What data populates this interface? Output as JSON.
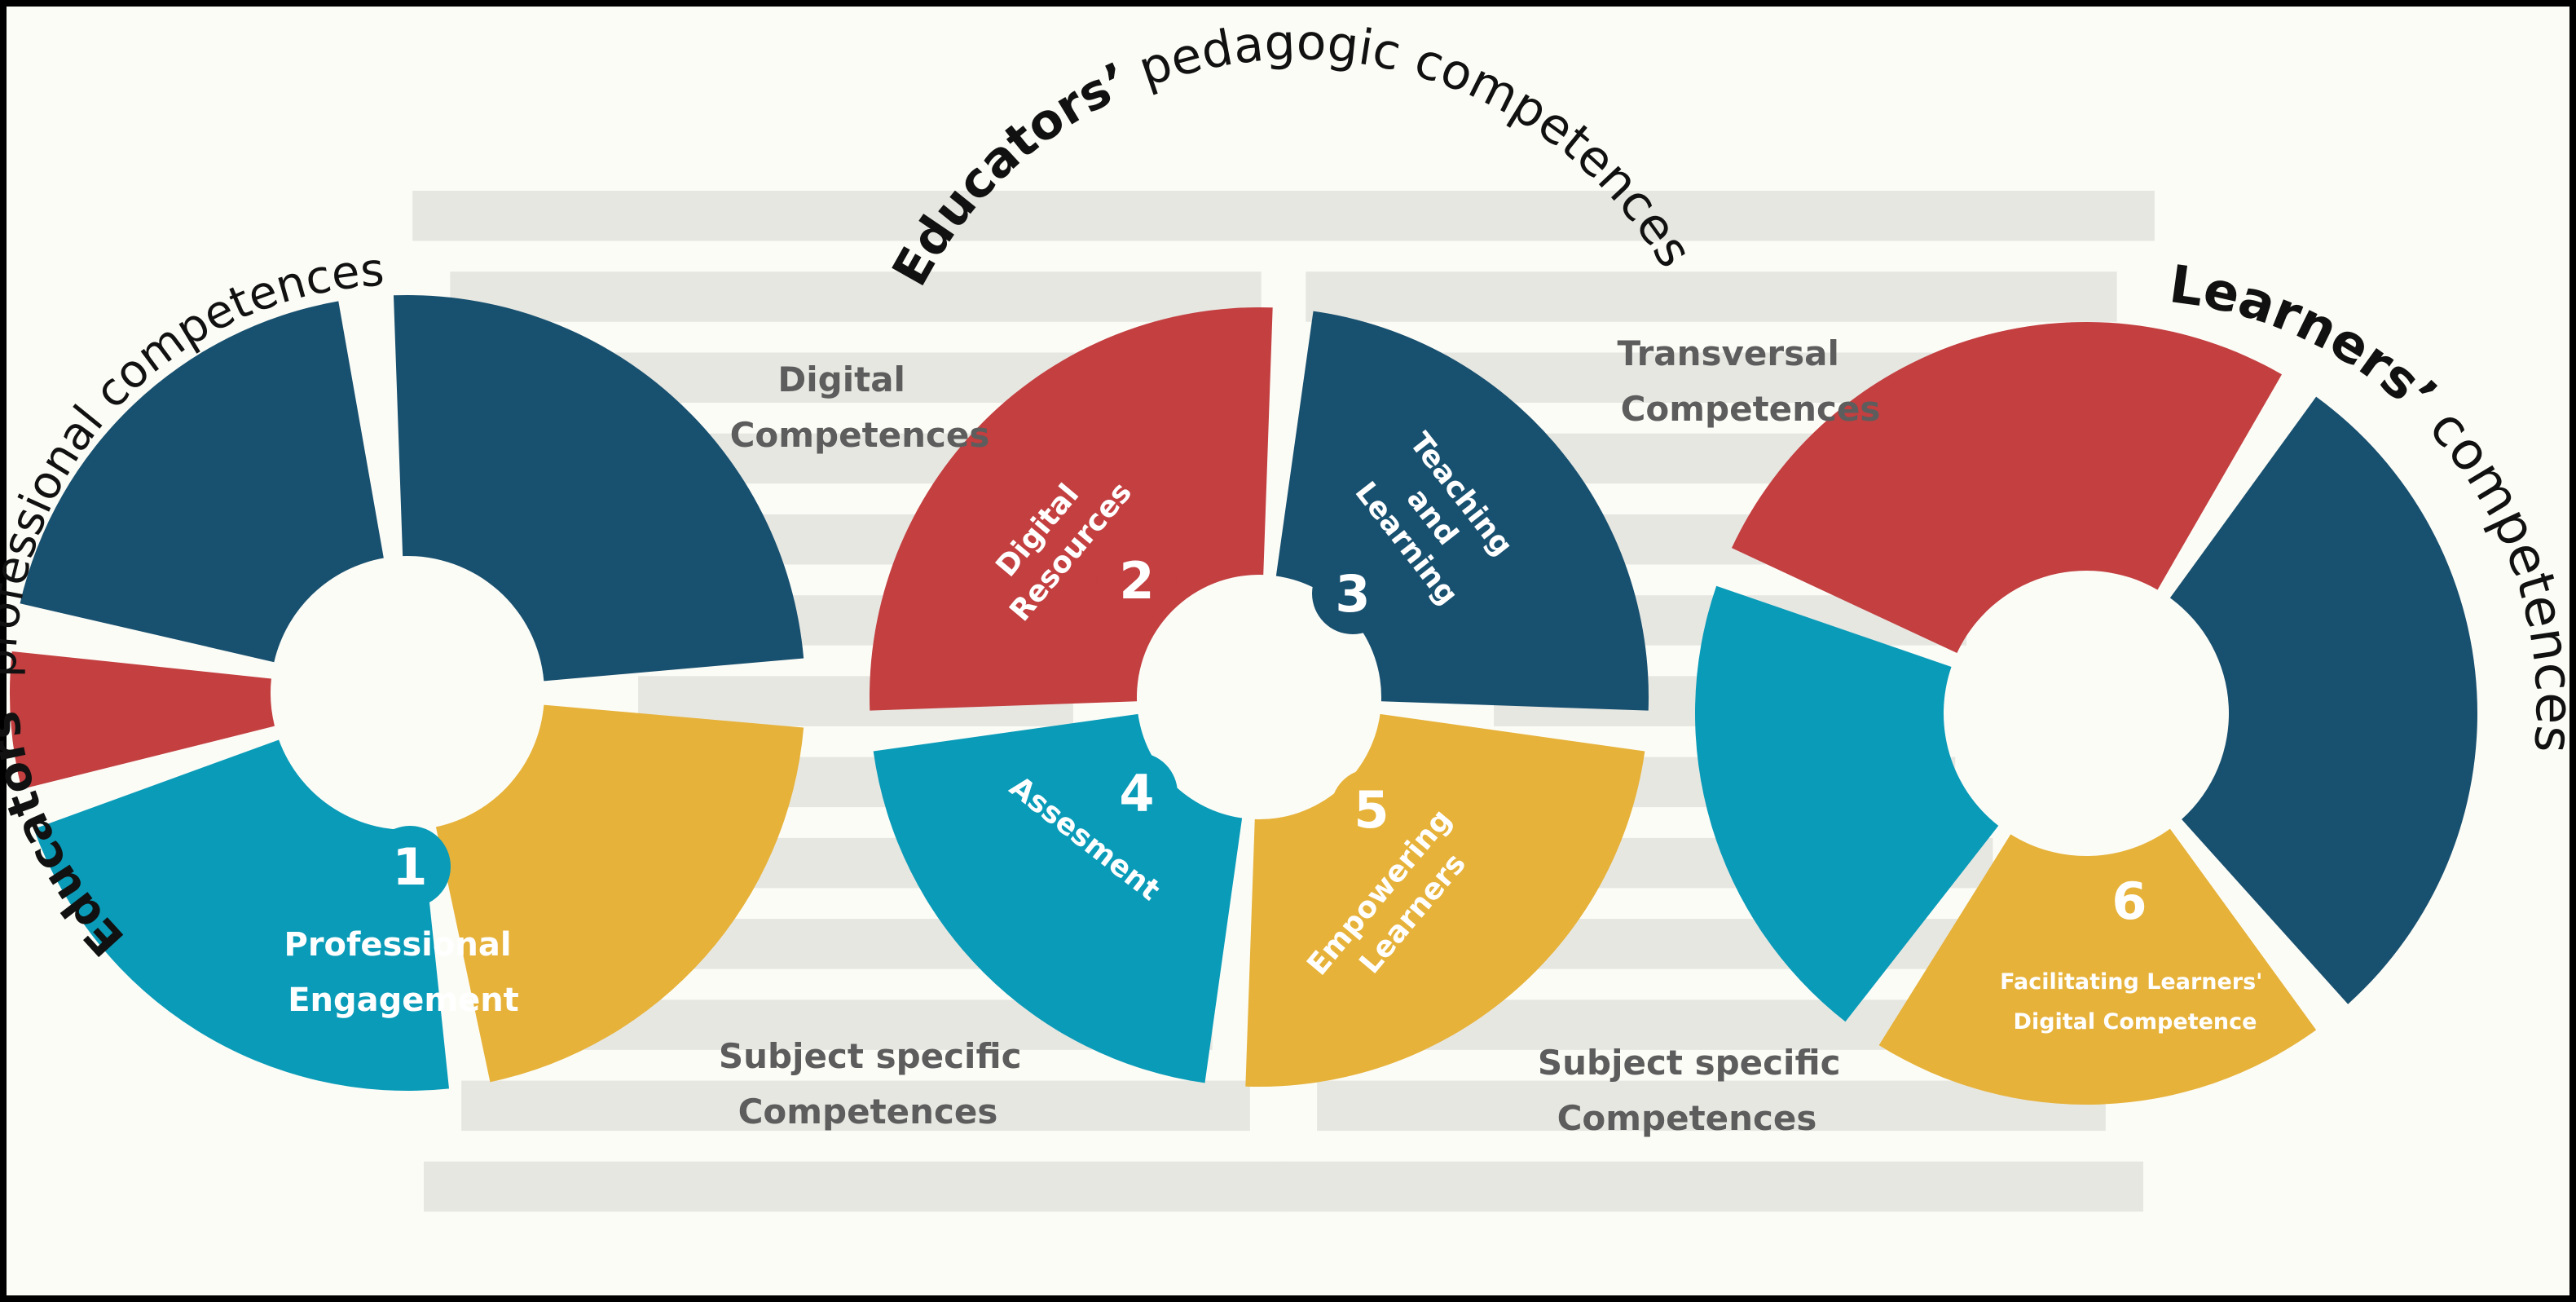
{
  "colors": {
    "red": "#c33f40",
    "navy": "#18506f",
    "gold": "#e6b23a",
    "teal": "#0a9bb8",
    "background": "#fcfcf7",
    "band": "#e7e7e2",
    "gray_text": "#5d5d5d"
  },
  "titles": {
    "professional": {
      "first": "Educators’",
      "rest": " professional competences"
    },
    "pedagogic": {
      "first": "Educators’",
      "rest": " pedagogic competences"
    },
    "learners": {
      "first": "Learners’",
      "rest": " competences"
    }
  },
  "gray_labels": {
    "digital": [
      "Digital",
      "Competences"
    ],
    "subject_left": [
      "Subject specific",
      "Competences"
    ],
    "transversal": [
      "Transversal",
      "Competences"
    ],
    "subject_right": [
      "Subject specific",
      "Competences"
    ]
  },
  "areas": [
    {
      "number": "1",
      "label_lines": [
        "Professional",
        "Engagement"
      ]
    },
    {
      "number": "2",
      "label_lines": [
        "Digital",
        "Resources"
      ]
    },
    {
      "number": "3",
      "label_lines": [
        "Teaching",
        "and",
        "Learning"
      ]
    },
    {
      "number": "4",
      "label_lines": [
        "Assesment"
      ]
    },
    {
      "number": "5",
      "label_lines": [
        "Empowering",
        "Learners"
      ]
    },
    {
      "number": "6",
      "label_lines": [
        "Facilitating Learners'",
        "Digital Competence"
      ]
    }
  ]
}
